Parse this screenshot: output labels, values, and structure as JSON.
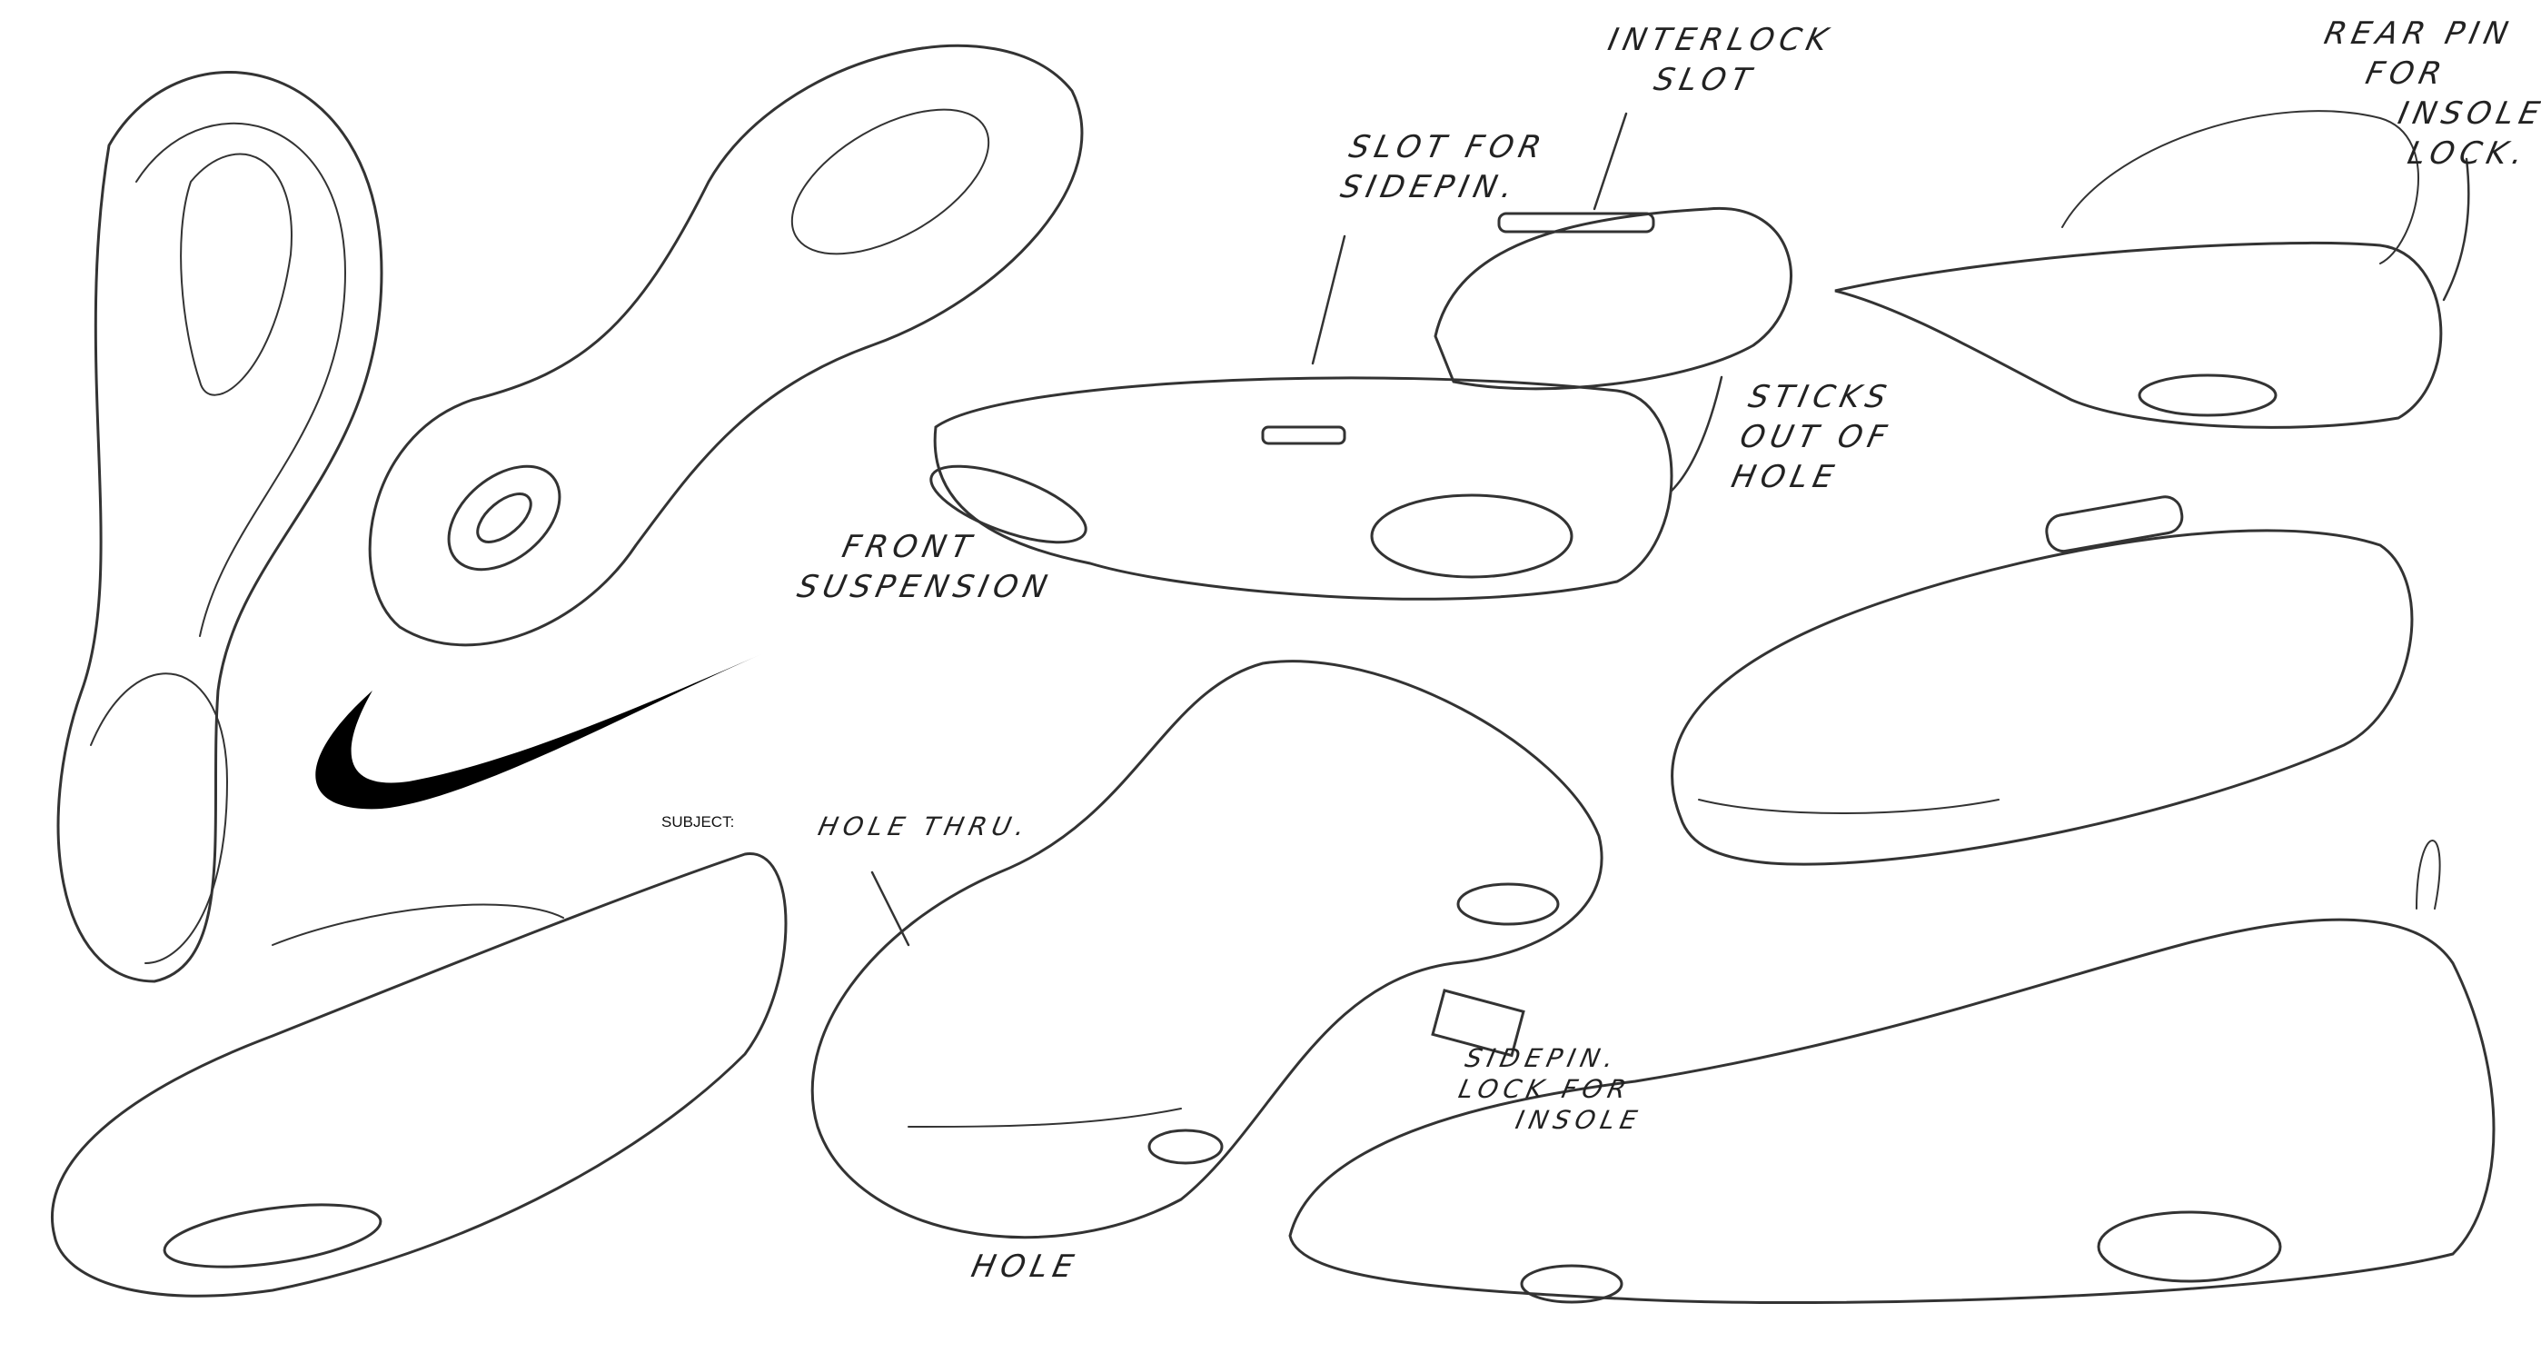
{
  "brand": {
    "logo": "swoosh",
    "color": "#000000"
  },
  "subject_label": "SUBJECT:",
  "annotations": {
    "interlock_slot": [
      "INTERLOCK",
      "SLOT"
    ],
    "slot_for_sidepin": [
      "SLOT FOR",
      "SIDEPIN."
    ],
    "rear_pin": [
      "REAR PIN",
      "FOR",
      "INSOLE",
      "LOCK."
    ],
    "sticks_out": [
      "STICKS",
      "OUT OF",
      "HOLE"
    ],
    "front_suspension": [
      "FRONT",
      "SUSPENSION"
    ],
    "hole_thru": [
      "HOLE THRU."
    ],
    "sidepin_lock": [
      "SIDEPIN.",
      "LOCK FOR",
      "INSOLE"
    ],
    "hole": [
      "HOLE"
    ]
  }
}
